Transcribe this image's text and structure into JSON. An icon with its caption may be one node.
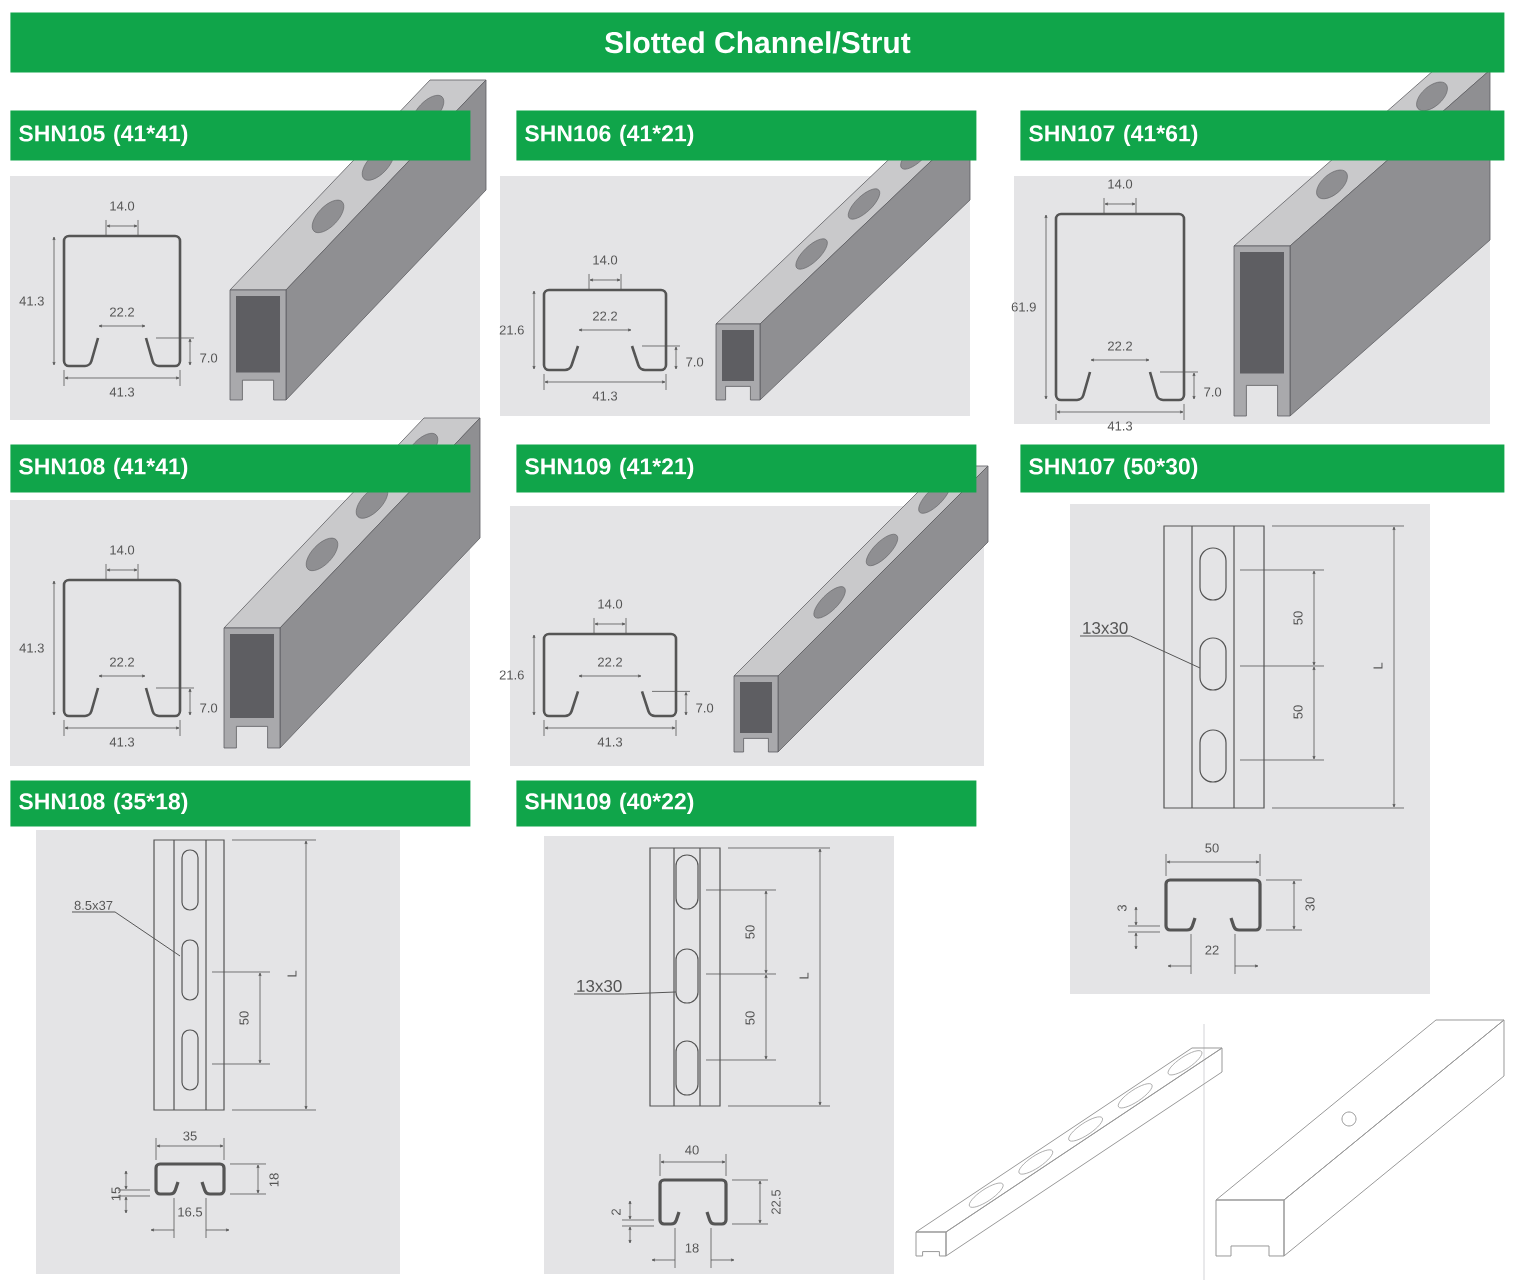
{
  "diagram": {
    "nodes": [
      {
        "text": [
          "Slotted Channel/Strut"
        ]
      },
      {
        "text": [
          "SHN105  (41*41)"
        ]
      },
      {
        "text": [
          "SHN106 (41*21)"
        ]
      },
      {
        "text": [
          "SHN107 (41*61)"
        ]
      },
      {
        "text": [
          "SHN108  (41*41)"
        ]
      },
      {
        "text": [
          "SHN109 (41*21)"
        ]
      },
      {
        "text": [
          "SHN107 (50*30)"
        ]
      },
      {
        "text": [
          "SHN108  (35*18)"
        ]
      },
      {
        "text": [
          "SHN109 (40*22)"
        ]
      },
      {
        "text": [
          "13x30"
        ]
      },
      {
        "text": [
          "8.5x37"
        ]
      },
      {
        "text": [
          "13x30"
        ]
      }
    ],
    "edges": [
      {
        "from": 9,
        "to": null,
        "arrow": "none"
      },
      {
        "from": 10,
        "to": null,
        "arrow": "none"
      },
      {
        "from": 11,
        "to": null,
        "arrow": "none"
      }
    ],
    "labels": [
      "14.0",
      "41.3",
      "22.2",
      "7.0",
      "41.3",
      "14.0",
      "21.6",
      "22.2",
      "7.0",
      "41.3",
      "14.0",
      "61.9",
      "22.2",
      "7.0",
      "41.3",
      "14.0",
      "41.3",
      "22.2",
      "7.0",
      "41.3",
      "14.0",
      "21.6",
      "22.2",
      "7.0",
      "41.3",
      "50",
      "L",
      "50",
      "50",
      "3",
      "30",
      "22",
      "L",
      "50",
      "35",
      "15",
      "18",
      "16.5",
      "50",
      "L",
      "50",
      "40",
      "2",
      "22.5",
      "18"
    ]
  }
}
